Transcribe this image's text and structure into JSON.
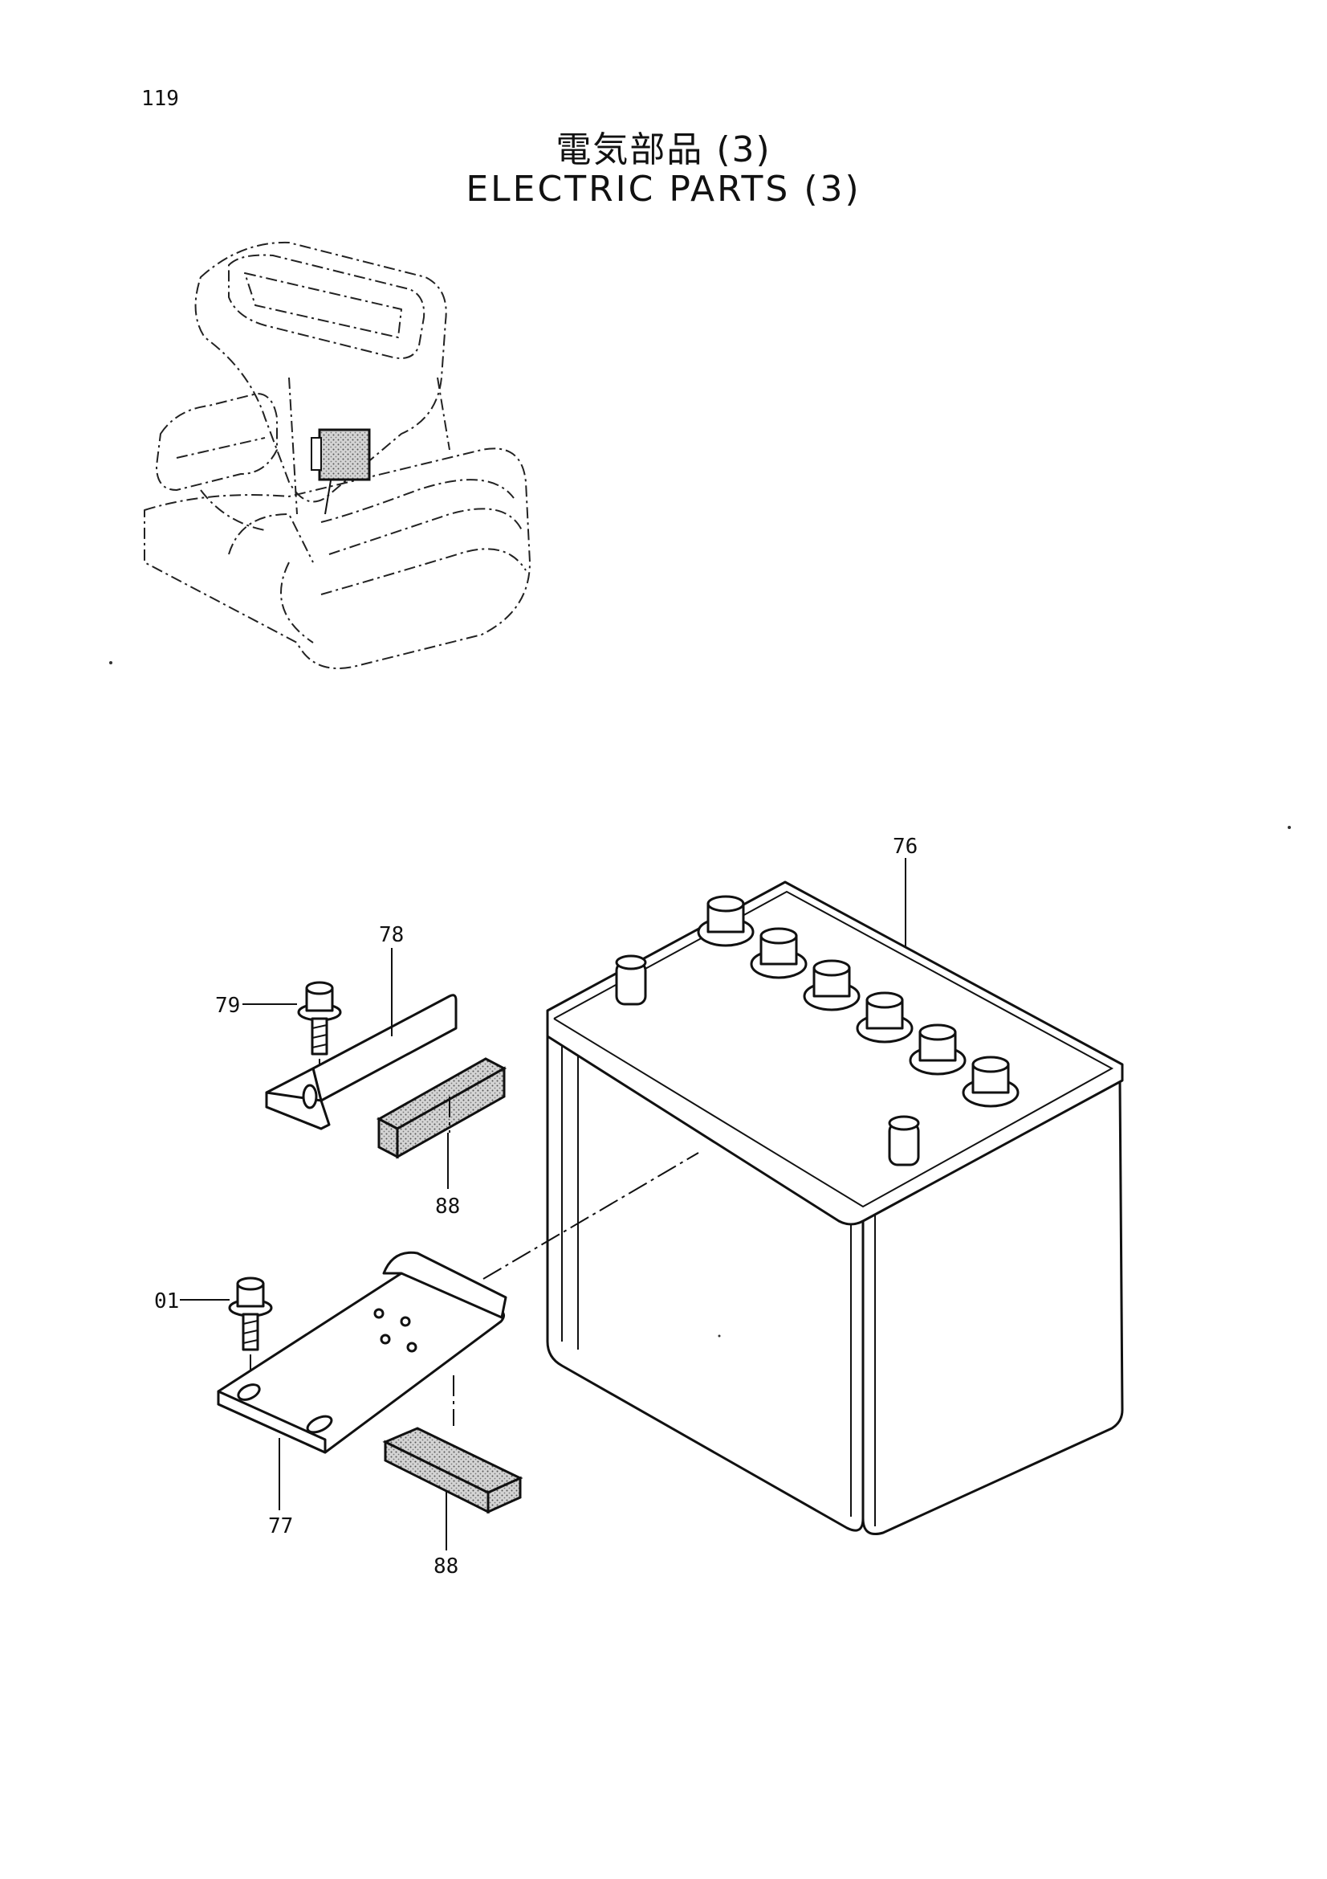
{
  "page_number": "119",
  "title_jp": "電気部品 (3)",
  "title_en": "ELECTRIC PARTS (3)",
  "callouts": {
    "c76": "76",
    "c78": "78",
    "c79": "79",
    "c88a": "88",
    "c01": "01",
    "c77": "77",
    "c88b": "88"
  }
}
